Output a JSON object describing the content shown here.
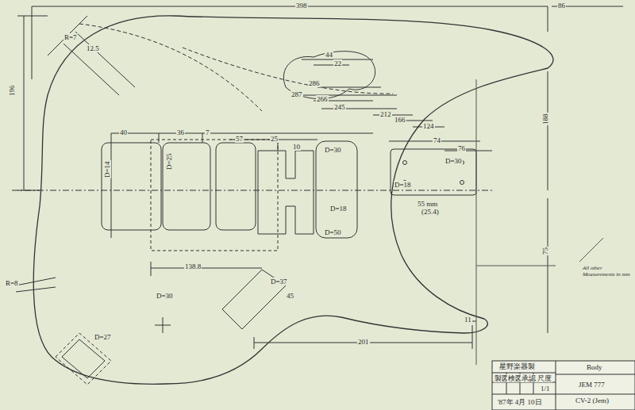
{
  "diagram": {
    "labels": [
      "398",
      "86",
      "196",
      "44",
      "22",
      "287",
      "286",
      "266",
      "245",
      "212",
      "166",
      "124",
      "40",
      "36",
      "7",
      "57",
      "25",
      "10",
      "D=30",
      "D=14",
      "D=25",
      "D=18",
      "D=50",
      "D=30",
      "D=18",
      "74",
      "76",
      "55 mm",
      "(25.4)",
      "138.8",
      "D=37",
      "45",
      "D=30",
      "201",
      "11",
      "188",
      "75",
      "All other Measurements in mm",
      "R=7",
      "12.5",
      "D=27",
      "R=8",
      "星野楽器製",
      "製図",
      "検図",
      "承認",
      "尺度",
      "1/1",
      "'87年 4月 10日",
      "Body",
      "JEM 777",
      "CV-2 (Jem)"
    ]
  }
}
